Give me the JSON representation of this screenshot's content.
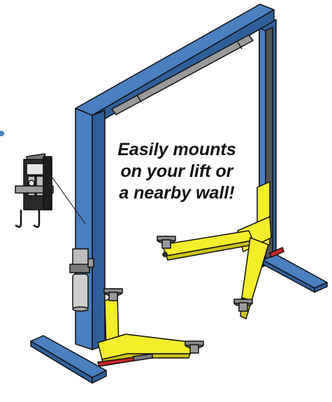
{
  "caption": {
    "line1": "Easily mounts",
    "line2": "on your lift or",
    "line3": "a nearby wall!"
  },
  "colors": {
    "frame_blue": "#4a7fc0",
    "frame_blue_dark": "#2f5f9a",
    "arm_yellow": "#f2ee2a",
    "arm_shadow": "#c9c214",
    "metal_gray": "#9a9a9a",
    "outline": "#111111"
  },
  "icons": [
    "wall-mount-unit-icon",
    "lift-pad-icon",
    "hydraulic-pump-icon"
  ]
}
